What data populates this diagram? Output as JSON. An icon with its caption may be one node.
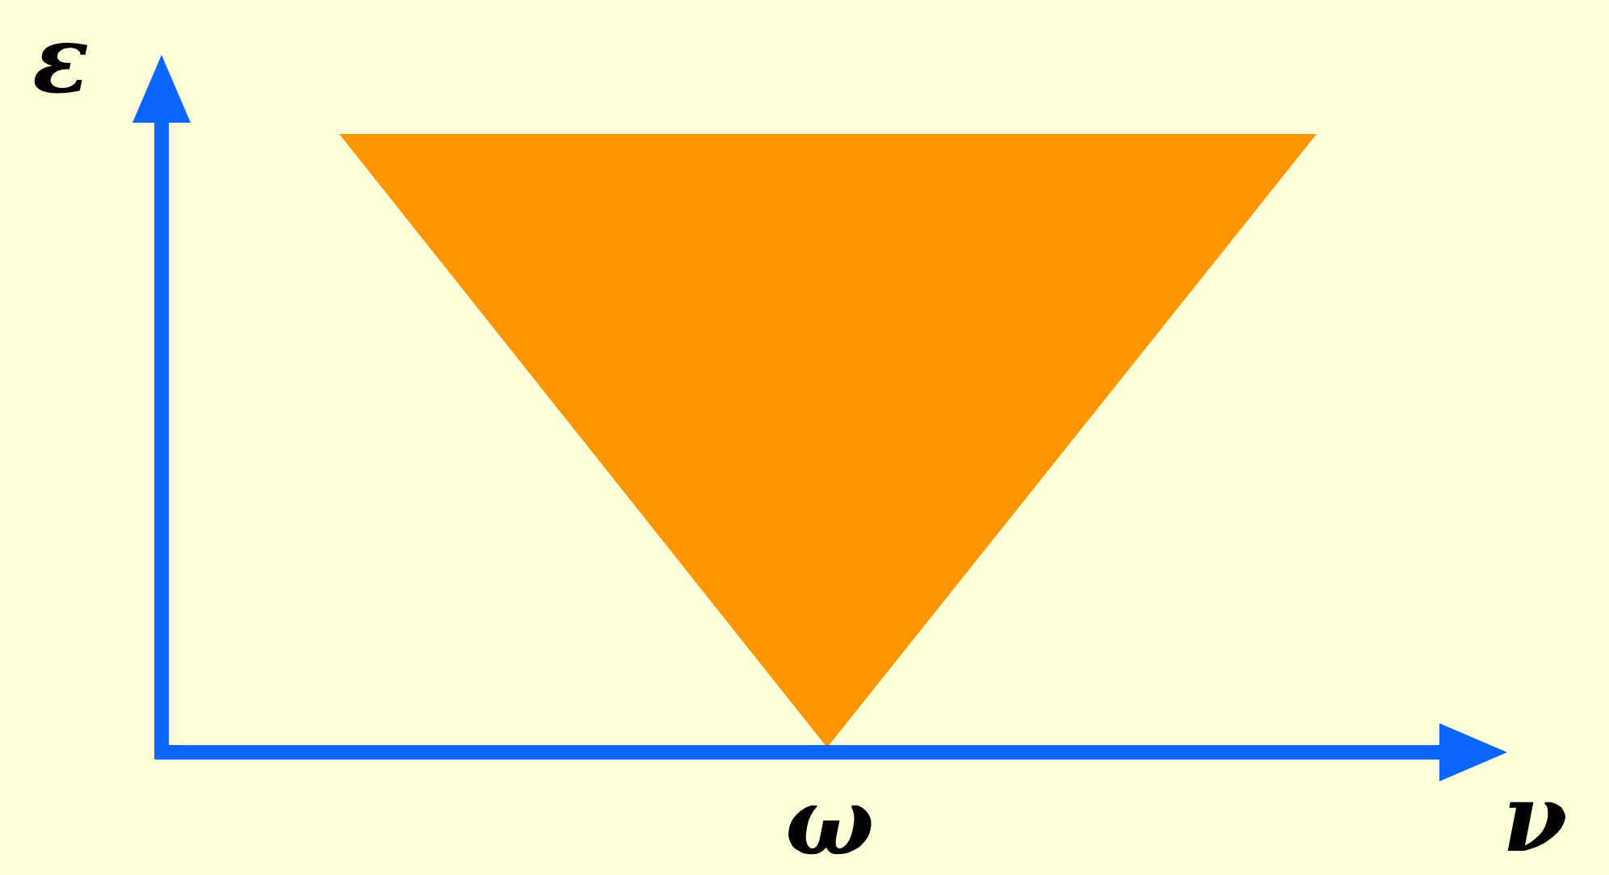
{
  "diagram": {
    "labels": [
      "ε",
      "ω",
      "ν"
    ]
  }
}
